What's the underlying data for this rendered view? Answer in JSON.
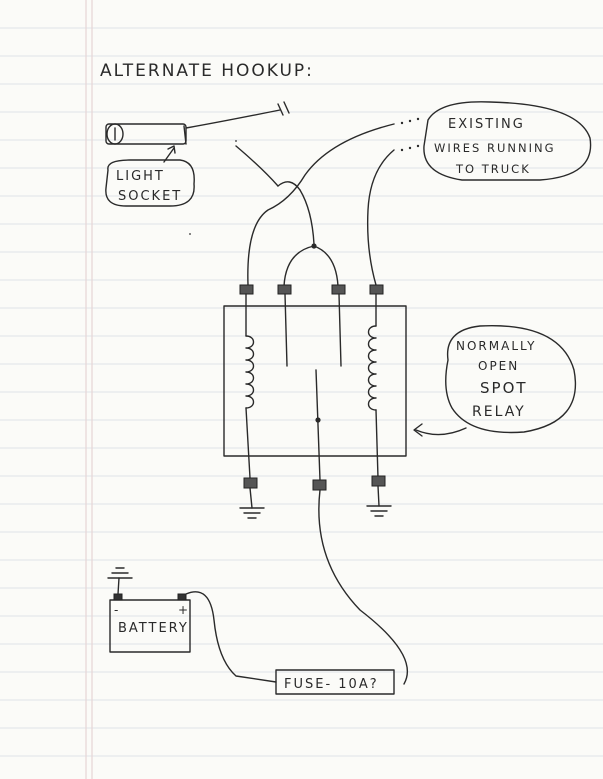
{
  "title": "ALTERNATE HOOKUP:",
  "labels": {
    "light_socket_line1": "LIGHT",
    "light_socket_line2": "SOCKET",
    "existing_line1": "EXISTING",
    "existing_line2": "WIRES RUNNING",
    "existing_line3": "TO TRUCK",
    "relay_line1": "NORMALLY",
    "relay_line2": "OPEN",
    "relay_line3": "SPOT",
    "relay_line4": "RELAY",
    "battery": "BATTERY",
    "fuse": "FUSE- 10A?",
    "battery_minus": "-",
    "battery_plus": "+"
  }
}
